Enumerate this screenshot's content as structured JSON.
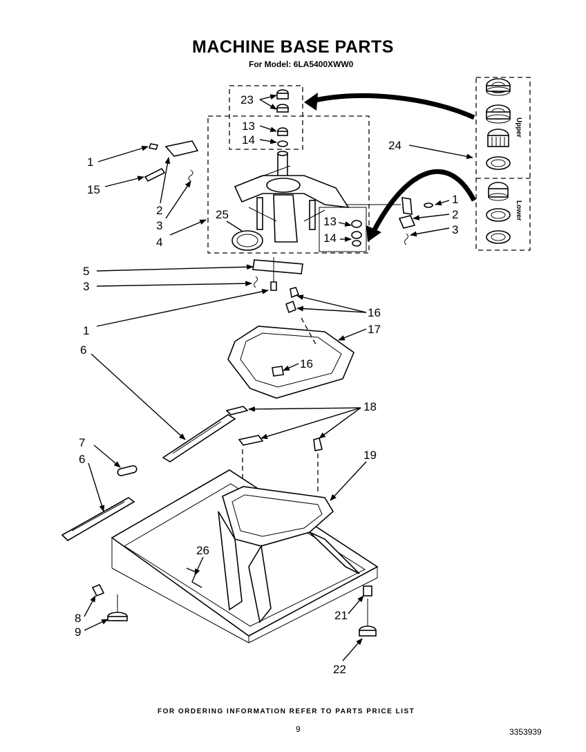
{
  "page": {
    "title": "MACHINE BASE PARTS",
    "subtitle": "For Model: 6LA5400XWW0",
    "footer_note": "FOR ORDERING INFORMATION REFER TO PARTS PRICE LIST",
    "page_number": "9",
    "document_number": "3353939"
  },
  "inset": {
    "upper_label": "Upper",
    "lower_label": "Lower"
  },
  "callouts": {
    "c23": "23",
    "c13a": "13",
    "c14a": "14",
    "c24": "24",
    "c1a": "1",
    "c15": "15",
    "c2a": "2",
    "c3a": "3",
    "c4": "4",
    "c25": "25",
    "c13b": "13",
    "c14b": "14",
    "c1b": "1",
    "c2b": "2",
    "c3b": "3",
    "c5": "5",
    "c3c": "3",
    "c1c": "1",
    "c16a": "16",
    "c17": "17",
    "c16b": "16",
    "c6a": "6",
    "c18": "18",
    "c7": "7",
    "c6b": "6",
    "c19": "19",
    "c26": "26",
    "c8": "8",
    "c9": "9",
    "c21": "21",
    "c22": "22"
  }
}
